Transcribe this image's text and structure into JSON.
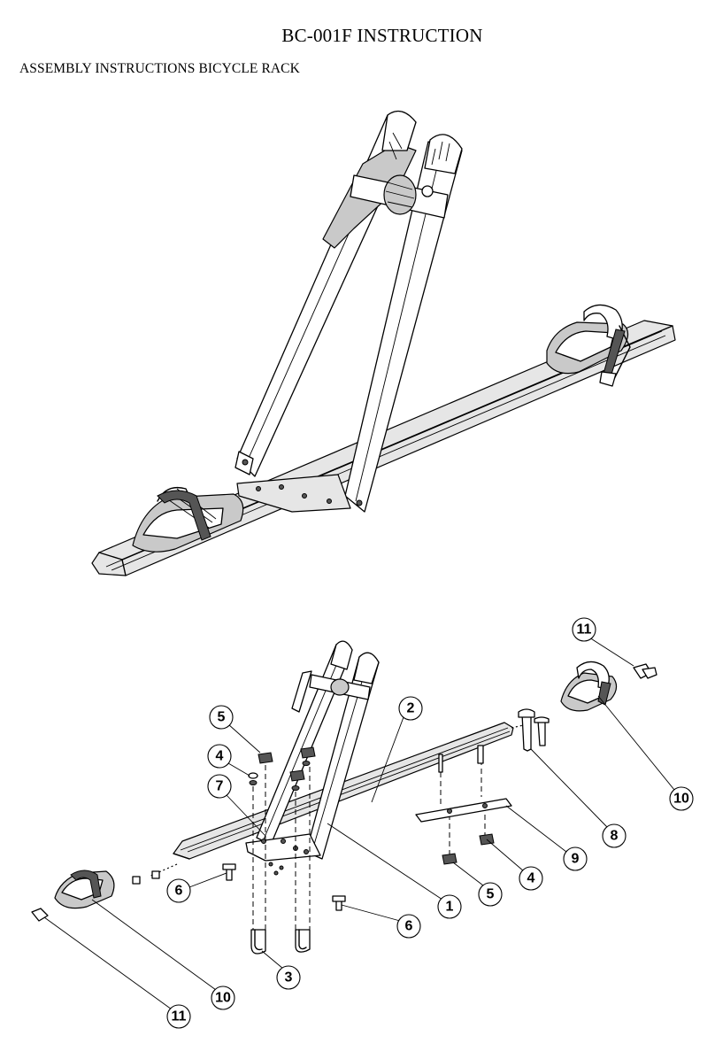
{
  "document": {
    "title": "BC-001F INSTRUCTION",
    "subtitle": "ASSEMBLY INSTRUCTIONS BICYCLE RACK"
  },
  "exploded_view": {
    "part_numbers": [
      "11",
      "5",
      "2",
      "4",
      "7",
      "6",
      "10",
      "8",
      "9",
      "1",
      "3"
    ]
  }
}
